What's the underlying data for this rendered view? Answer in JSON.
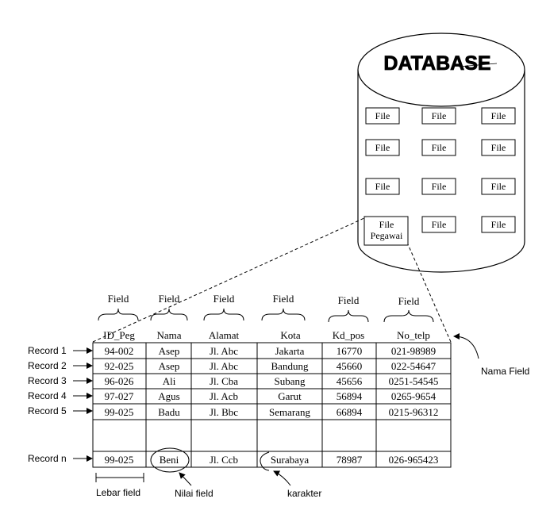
{
  "database": {
    "title": "DATABASE",
    "files": [
      [
        "File",
        "File",
        "File"
      ],
      [
        "File",
        "File",
        "File"
      ],
      [
        "File",
        "File",
        "File"
      ],
      [
        "File Pegawai",
        "File",
        "File"
      ]
    ]
  },
  "field_label": "Field",
  "table": {
    "columns": [
      "ID_Peg",
      "Nama",
      "Alamat",
      "Kota",
      "Kd_pos",
      "No_telp"
    ],
    "rows": [
      [
        "94-002",
        "Asep",
        "Jl. Abc",
        "Jakarta",
        "16770",
        "021-98989"
      ],
      [
        "92-025",
        "Asep",
        "Jl. Abc",
        "Bandung",
        "45660",
        "022-54647"
      ],
      [
        "96-026",
        "Ali",
        "Jl. Cba",
        "Subang",
        "45656",
        "0251-54545"
      ],
      [
        "97-027",
        "Agus",
        "Jl. Acb",
        "Garut",
        "56894",
        "0265-9654"
      ],
      [
        "99-025",
        "Badu",
        "Jl. Bbc",
        "Semarang",
        "66894",
        "0215-96312"
      ]
    ],
    "last_row": [
      "99-025",
      "Beni",
      "Jl. Ccb",
      "Surabaya",
      "78987",
      "026-965423"
    ]
  },
  "record_labels": [
    "Record 1",
    "Record 2",
    "Record 3",
    "Record 4",
    "Record 5"
  ],
  "record_n_label": "Record n",
  "annotations": {
    "nama_field": "Nama Field",
    "lebar_field": "Lebar field",
    "nilai_field": "Nilai field",
    "karakter": "karakter"
  }
}
